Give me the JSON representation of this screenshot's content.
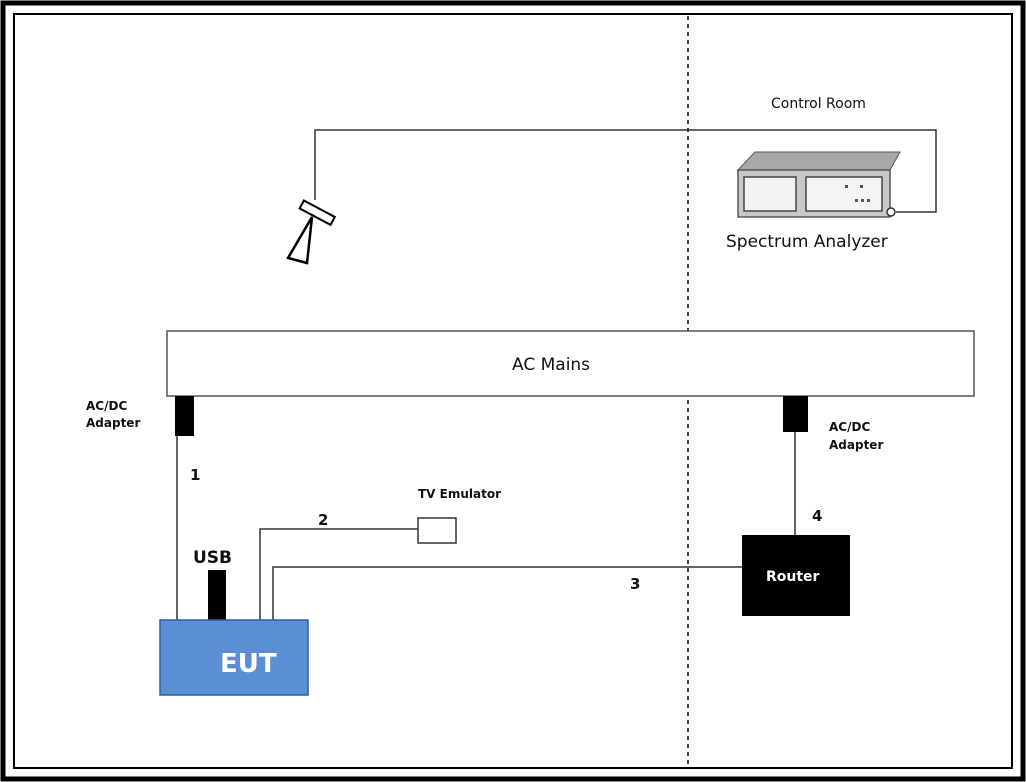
{
  "labels": {
    "control_room": "Control Room",
    "spectrum_analyzer": "Spectrum Analyzer",
    "ac_mains": "AC Mains",
    "adapter_left_line1": "AC/DC",
    "adapter_left_line2": "Adapter",
    "adapter_right_line1": "AC/DC",
    "adapter_right_line2": "Adapter",
    "cable_1": "1",
    "cable_2": "2",
    "cable_3": "3",
    "cable_4": "4",
    "tv_emulator": "TV Emulator",
    "usb": "USB",
    "eut": "EUT",
    "router": "Router"
  },
  "colors": {
    "eut_fill": "#5b8fd4",
    "router_fill": "#000000",
    "adapter_fill": "#000000",
    "line": "#333333",
    "analyzer_body": "#c8c8c8"
  }
}
